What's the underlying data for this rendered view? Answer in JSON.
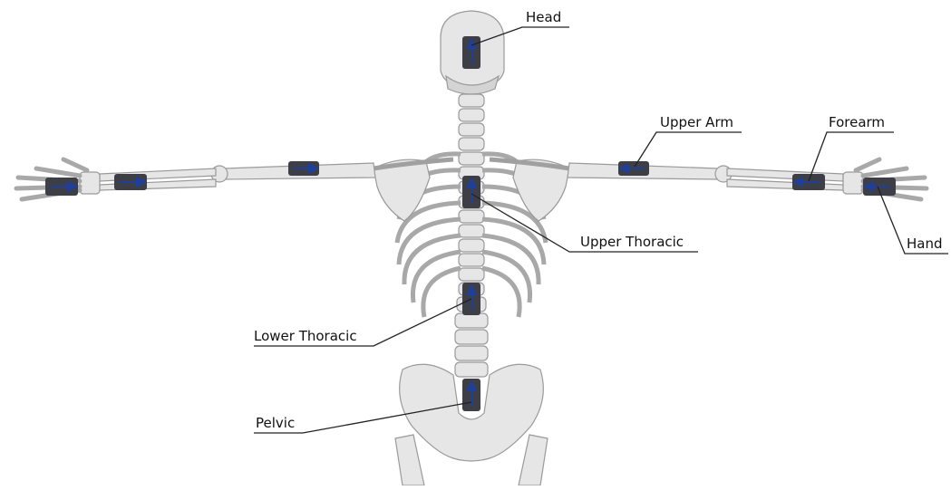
{
  "labels": {
    "head": "Head",
    "upper_arm": "Upper Arm",
    "forearm": "Forearm",
    "upper_thoracic": "Upper Thoracic",
    "hand": "Hand",
    "lower_thoracic": "Lower Thoracic",
    "pelvic": "Pelvic"
  },
  "colors": {
    "bone": "#e6e6e6",
    "bone_stroke": "#9a9a9a",
    "sensor": "#3e3e46",
    "arrow": "#1f3f9c",
    "leader": "#222222"
  }
}
